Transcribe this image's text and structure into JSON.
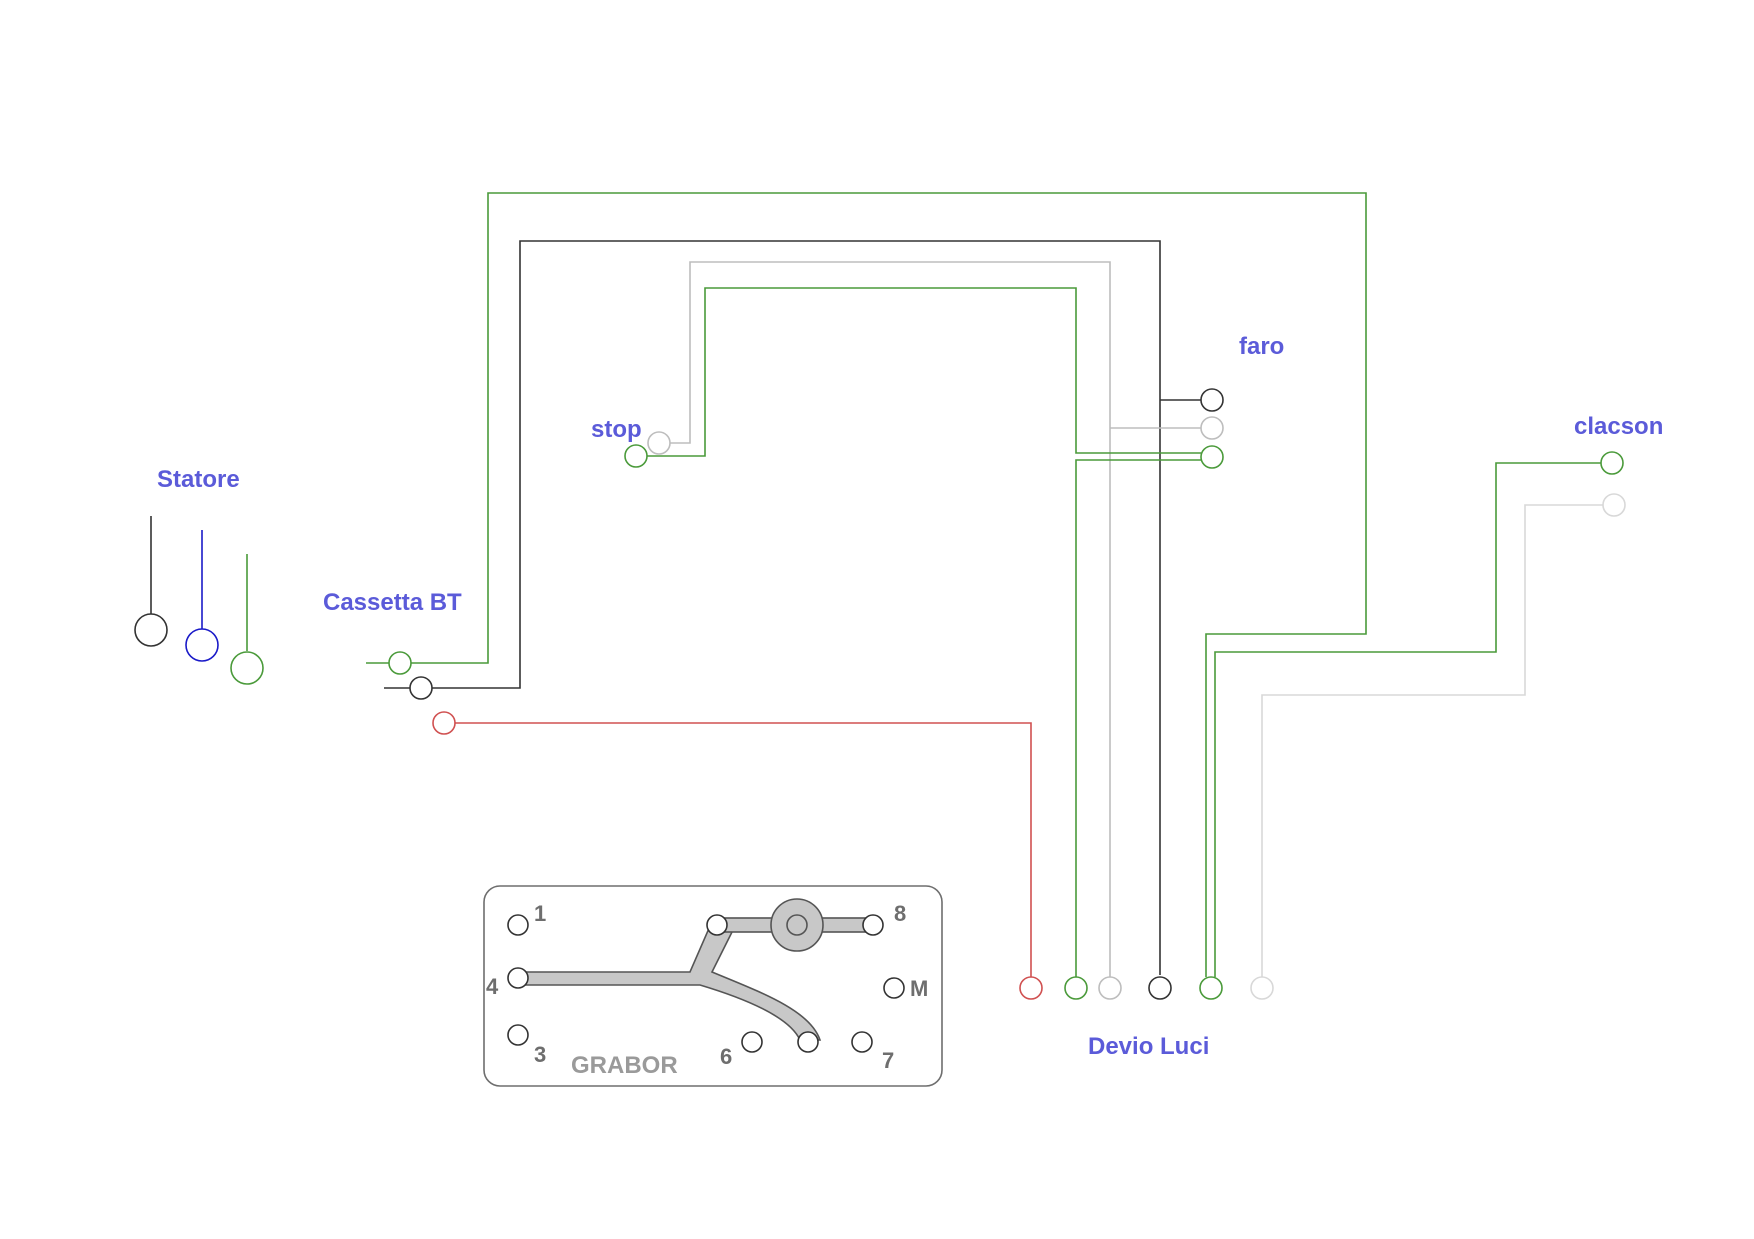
{
  "labels": {
    "statore": "Statore",
    "cassetta": "Cassetta BT",
    "stop": "stop",
    "faro": "faro",
    "clacson": "clacson",
    "devio": "Devio Luci"
  },
  "switch": {
    "name": "GRABOR",
    "pins": [
      "1",
      "8",
      "4",
      "M",
      "3",
      "6",
      "7"
    ]
  },
  "colors": {
    "label": "#5b5bd9",
    "black_wire": "#333333",
    "blue_wire": "#1a1ac8",
    "green_wire": "#4a9a3a",
    "grey_wire": "#bdbdbd",
    "light_grey_wire": "#d8d8d8",
    "red_wire": "#d05050",
    "switch_fill": "#c8c8c8"
  }
}
